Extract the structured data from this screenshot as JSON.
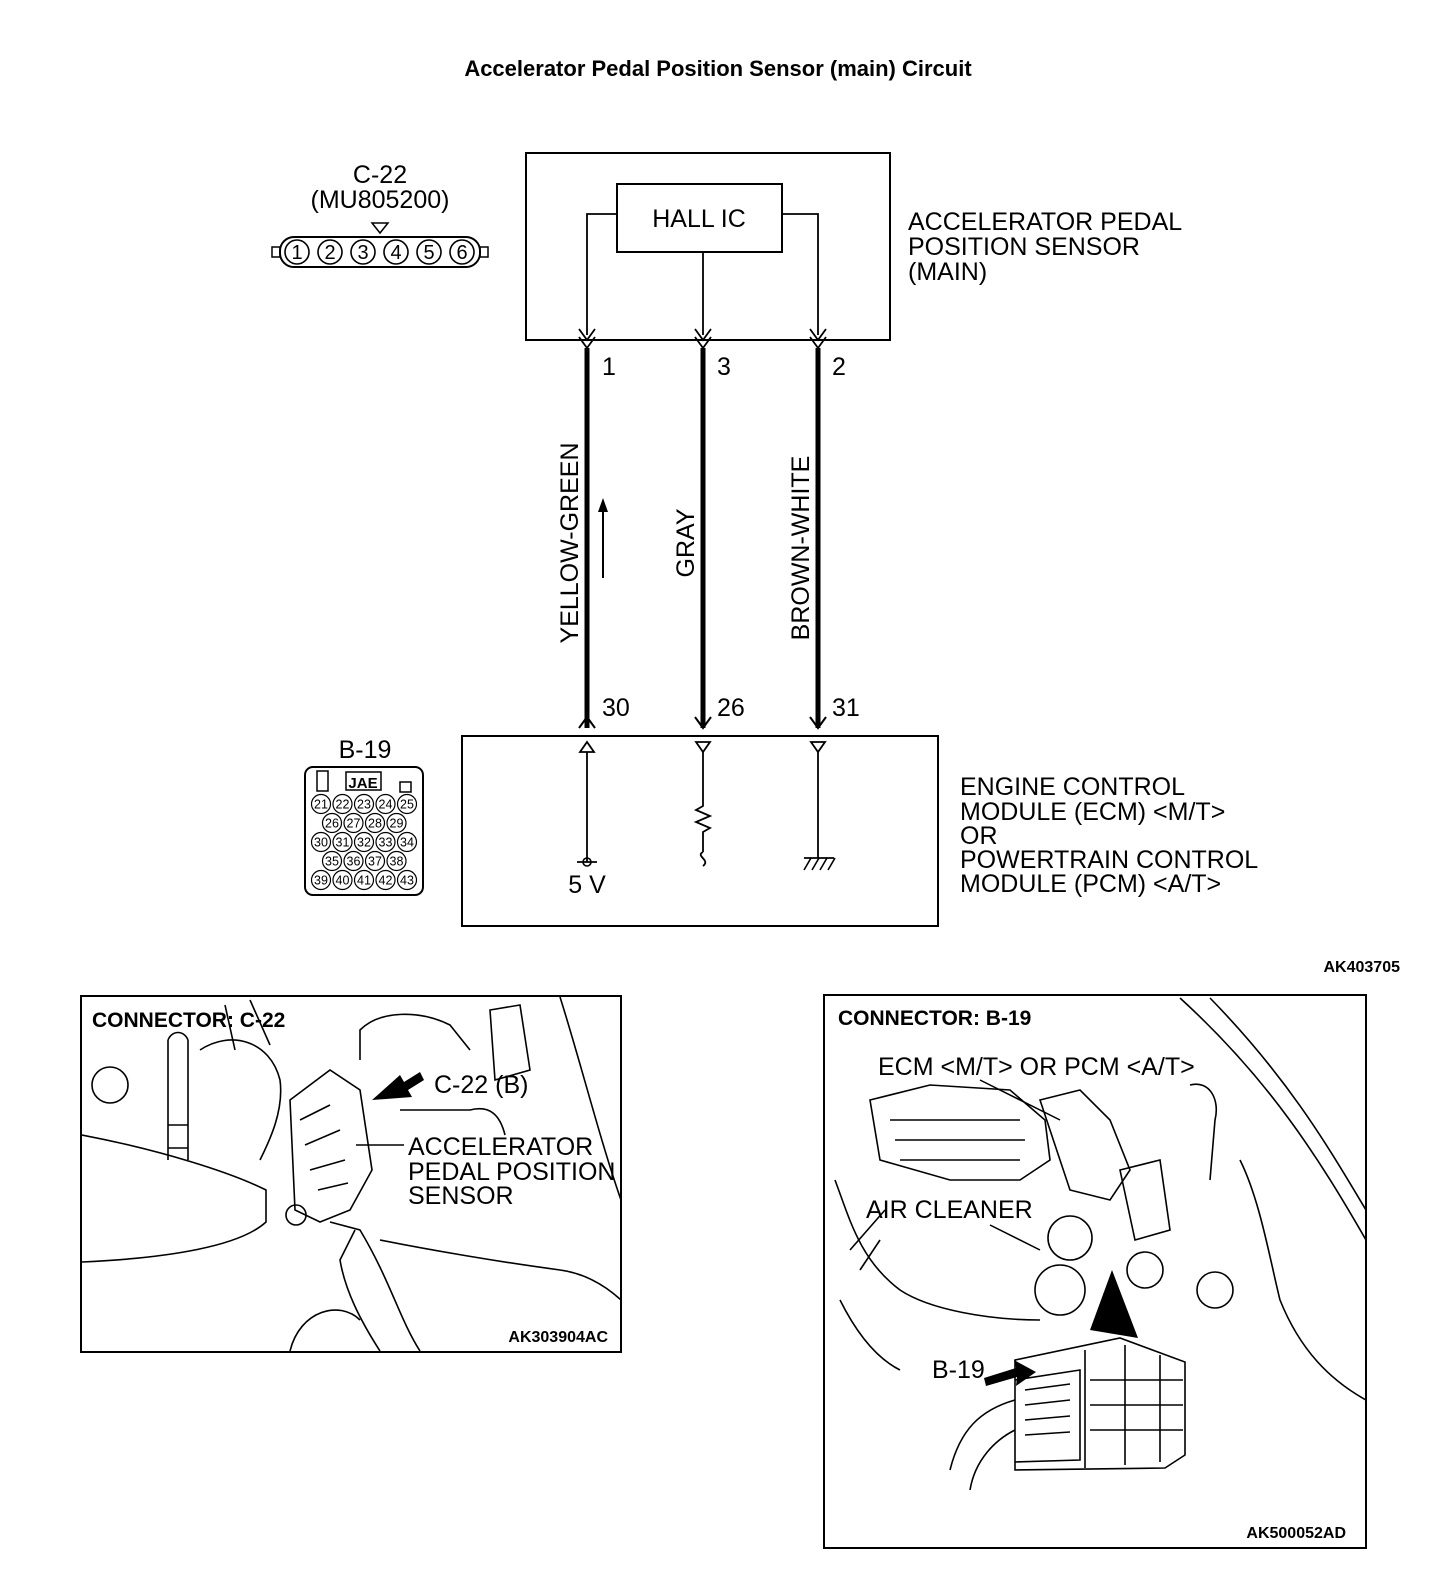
{
  "title": "Accelerator Pedal Position Sensor (main) Circuit",
  "sensor": {
    "connector_id": "C-22",
    "part_no": "(MU805200)",
    "pins": [
      "1",
      "2",
      "3",
      "4",
      "5",
      "6"
    ],
    "ic_label": "HALL IC",
    "name_lines": [
      "ACCELERATOR PEDAL",
      "POSITION SENSOR",
      "(MAIN)"
    ]
  },
  "wires": [
    {
      "sensor_pin": "1",
      "color": "YELLOW-GREEN",
      "ecm_pin": "30",
      "ecm_element": "5 V"
    },
    {
      "sensor_pin": "3",
      "color": "GRAY",
      "ecm_pin": "26",
      "ecm_element": ""
    },
    {
      "sensor_pin": "2",
      "color": "BROWN-WHITE",
      "ecm_pin": "31",
      "ecm_element": ""
    }
  ],
  "ecm": {
    "connector_id": "B-19",
    "connector_brand": "JAE",
    "pin_rows": [
      [
        "21",
        "22",
        "23",
        "24",
        "25"
      ],
      [
        "26",
        "27",
        "28",
        "29"
      ],
      [
        "30",
        "31",
        "32",
        "33",
        "34"
      ],
      [
        "35",
        "36",
        "37",
        "38"
      ],
      [
        "39",
        "40",
        "41",
        "42",
        "43"
      ]
    ],
    "name_lines": [
      "ENGINE CONTROL",
      "MODULE (ECM) <M/T>",
      "OR",
      "POWERTRAIN CONTROL",
      "MODULE (PCM) <A/T>"
    ]
  },
  "diagram_code": "AK403705",
  "panel_c22": {
    "title": "CONNECTOR: C-22",
    "callout": "C-22 (B)",
    "label_lines": [
      "ACCELERATOR",
      "PEDAL POSITION",
      "SENSOR"
    ],
    "code": "AK303904AC"
  },
  "panel_b19": {
    "title": "CONNECTOR: B-19",
    "callout_ecm": "ECM <M/T> OR PCM <A/T>",
    "callout_air": "AIR CLEANER",
    "callout_conn": "B-19",
    "code": "AK500052AD"
  }
}
